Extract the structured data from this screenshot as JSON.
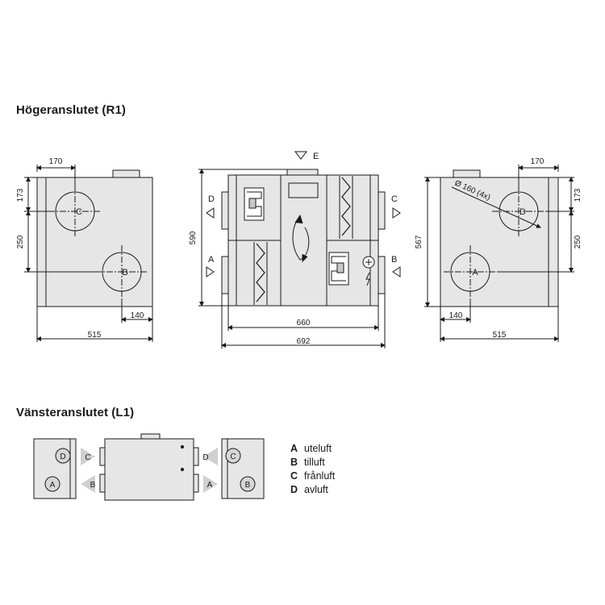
{
  "sections": {
    "right_title": "Högeranslutet (R1)",
    "left_title": "Vänsteranslutet (L1)"
  },
  "dimensions": {
    "d170": "170",
    "d173": "173",
    "d250": "250",
    "d140": "140",
    "d515": "515",
    "d590": "590",
    "d660": "660",
    "d692": "692",
    "d567": "567",
    "duct": "Ø 160 (4x)"
  },
  "markers": {
    "A": "A",
    "B": "B",
    "C": "C",
    "D": "D",
    "E": "E"
  },
  "legend": [
    {
      "key": "A",
      "text": "uteluft"
    },
    {
      "key": "B",
      "text": "tilluft"
    },
    {
      "key": "C",
      "text": "frånluft"
    },
    {
      "key": "D",
      "text": "avluft"
    }
  ],
  "colors": {
    "panel": "#e6e6e6",
    "fill_dark": "#c8c8c8",
    "line": "#1a1a1a",
    "arrow_gray": "#cfcfcf"
  }
}
